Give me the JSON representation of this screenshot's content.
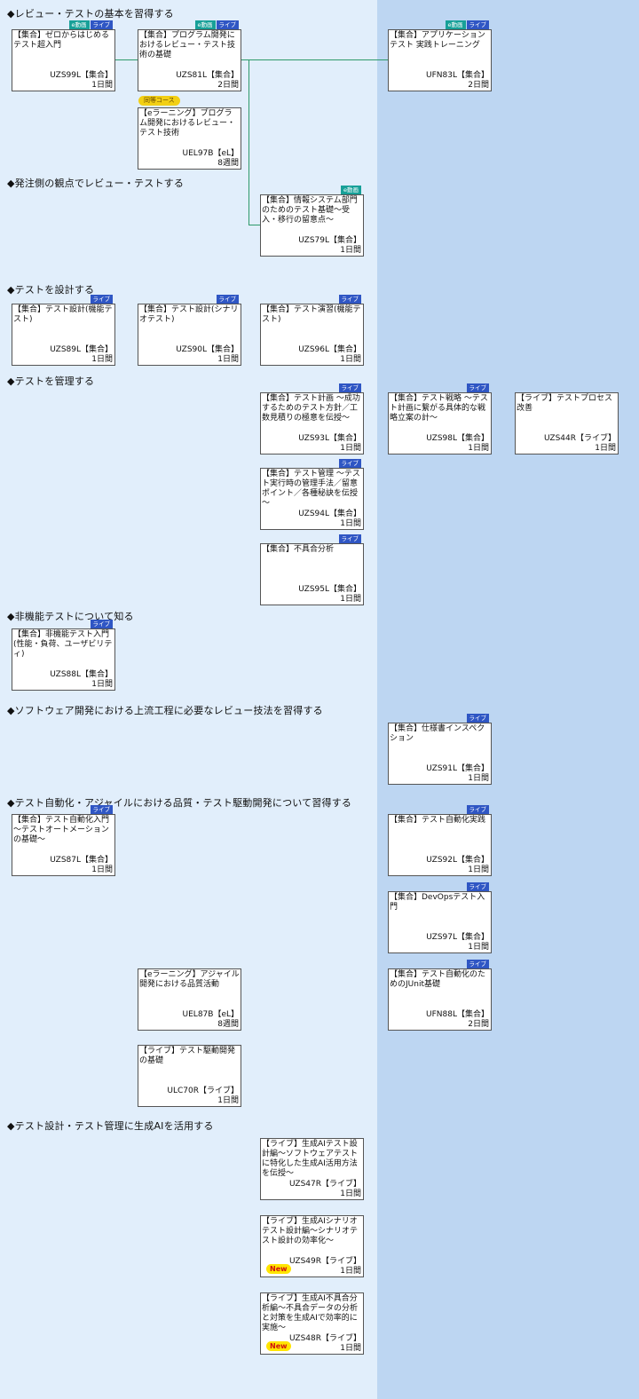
{
  "sections": [
    "◆レビュー・テストの基本を習得する",
    "◆発注側の観点でレビュー・テストする",
    "◆テストを設計する",
    "◆テストを管理する",
    "◆非機能テストについて知る",
    "◆ソフトウェア開発における上流工程に必要なレビュー技法を習得する",
    "◆テスト自動化・アジャイルにおける品質・テスト駆動開発について習得する",
    "◆テスト設計・テスト管理に生成AIを活用する"
  ],
  "badge_labels": {
    "live": "ライブ",
    "video": "e動画",
    "same_course": "同等コース",
    "new": "New"
  },
  "courses": [
    {
      "title": "【集合】ゼロからはじめるテスト超入門",
      "code": "UZS99L【集合】",
      "duration": "1日間",
      "badges": [
        "video",
        "live"
      ]
    },
    {
      "title": "【集合】プログラム開発におけるレビュー・テスト技術の基礎",
      "code": "UZS81L【集合】",
      "duration": "2日間",
      "badges": [
        "video",
        "live"
      ]
    },
    {
      "title": "【集合】アプリケーションテスト 実践トレーニング",
      "code": "UFN83L【集合】",
      "duration": "2日間",
      "badges": [
        "video",
        "live"
      ]
    },
    {
      "title": "【eラーニング】プログラム開発におけるレビュー・テスト技術",
      "code": "UEL97B【eL】",
      "duration": "8週間",
      "badges": []
    },
    {
      "title": "【集合】情報システム部門のためのテスト基礎～受入・移行の留意点～",
      "code": "UZS79L【集合】",
      "duration": "1日間",
      "badges": [
        "video"
      ]
    },
    {
      "title": "【集合】テスト設計(機能テスト)",
      "code": "UZS89L【集合】",
      "duration": "1日間",
      "badges": [
        "live"
      ]
    },
    {
      "title": "【集合】テスト設計(シナリオテスト)",
      "code": "UZS90L【集合】",
      "duration": "1日間",
      "badges": [
        "live"
      ]
    },
    {
      "title": "【集合】テスト演習(機能テスト)",
      "code": "UZS96L【集合】",
      "duration": "1日間",
      "badges": [
        "live"
      ]
    },
    {
      "title": "【集合】テスト計画 ～成功するためのテスト方針／工数見積りの極意を伝授～",
      "code": "UZS93L【集合】",
      "duration": "1日間",
      "badges": [
        "live"
      ]
    },
    {
      "title": "【集合】テスト戦略 ～テスト計画に繋がる具体的な戦略立案の計～",
      "code": "UZS98L【集合】",
      "duration": "1日間",
      "badges": [
        "live"
      ]
    },
    {
      "title": "【ライブ】テストプロセス改善",
      "code": "UZS44R【ライブ】",
      "duration": "1日間",
      "badges": []
    },
    {
      "title": "【集合】テスト管理 ～テスト実行時の管理手法／留意ポイント／各種秘訣を伝授～",
      "code": "UZS94L【集合】",
      "duration": "1日間",
      "badges": [
        "live"
      ]
    },
    {
      "title": "【集合】不具合分析",
      "code": "UZS95L【集合】",
      "duration": "1日間",
      "badges": [
        "live"
      ]
    },
    {
      "title": "【集合】非機能テスト入門(性能・負荷、ユーザビリティ)",
      "code": "UZS88L【集合】",
      "duration": "1日間",
      "badges": [
        "live"
      ]
    },
    {
      "title": "【集合】仕様書インスペクション",
      "code": "UZS91L【集合】",
      "duration": "1日間",
      "badges": [
        "live"
      ]
    },
    {
      "title": "【集合】テスト自動化入門～テストオートメーションの基礎～",
      "code": "UZS87L【集合】",
      "duration": "1日間",
      "badges": [
        "live"
      ]
    },
    {
      "title": "【集合】テスト自動化実践",
      "code": "UZS92L【集合】",
      "duration": "1日間",
      "badges": [
        "live"
      ]
    },
    {
      "title": "【集合】DevOpsテスト入門",
      "code": "UZS97L【集合】",
      "duration": "1日間",
      "badges": [
        "live"
      ]
    },
    {
      "title": "【eラーニング】アジャイル開発における品質活動",
      "code": "UEL87B【eL】",
      "duration": "8週間",
      "badges": []
    },
    {
      "title": "【集合】テスト自動化のためのJUnit基礎",
      "code": "UFN88L【集合】",
      "duration": "2日間",
      "badges": [
        "live"
      ]
    },
    {
      "title": "【ライブ】テスト駆動開発の基礎",
      "code": "ULC70R【ライブ】",
      "duration": "1日間",
      "badges": []
    },
    {
      "title": "【ライブ】生成AIテスト設計編～ソフトウェアテストに特化した生成AI活用方法を伝授～",
      "code": "UZS47R【ライブ】",
      "duration": "1日間",
      "badges": []
    },
    {
      "title": "【ライブ】生成AIシナリオテスト設計編～シナリオテスト設計の効率化～",
      "code": "UZS49R【ライブ】",
      "duration": "1日間",
      "badges": [],
      "is_new": true
    },
    {
      "title": "【ライブ】生成AI不具合分析編～不具合データの分析と対策を生成AIで効率的に実施～",
      "code": "UZS48R【ライブ】",
      "duration": "1日間",
      "badges": [],
      "is_new": true
    }
  ]
}
